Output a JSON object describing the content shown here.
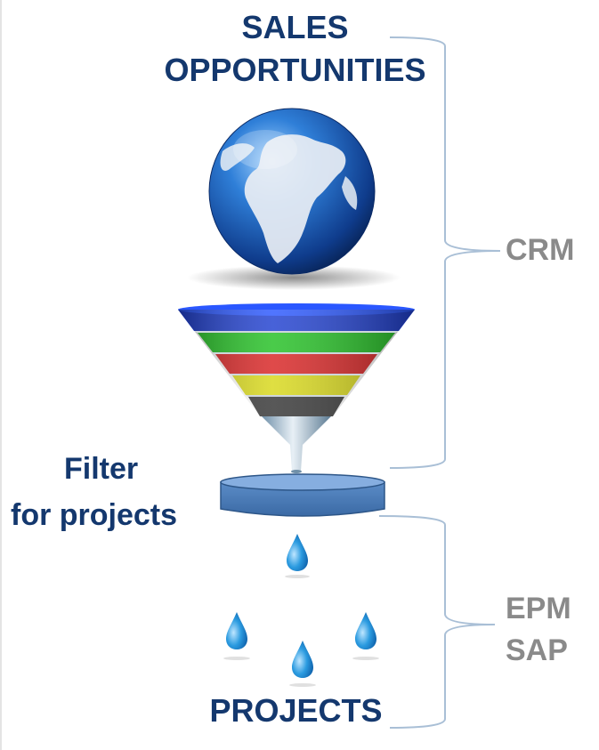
{
  "top_label": {
    "line1": "SALES",
    "line2": "OPPORTUNITIES"
  },
  "filter_label": {
    "line1": "Filter",
    "line2": "for projects"
  },
  "bottom_label": "PROJECTS",
  "brackets": {
    "upper": "CRM",
    "lower": {
      "line1": "EPM",
      "line2": "SAP"
    }
  },
  "colors": {
    "navy_text": "#14386e",
    "grey_text": "#8a8a8a",
    "bracket": "#a9bfd6",
    "funnel_bands": [
      "#1f3fd0",
      "#22c022",
      "#d82222",
      "#d8d818",
      "#333333"
    ],
    "filter_disc": "#4f81bd",
    "drop": "#2b9be0"
  },
  "icons": [
    "globe-icon",
    "funnel-icon",
    "filter-disc-icon",
    "water-drop-icon"
  ]
}
